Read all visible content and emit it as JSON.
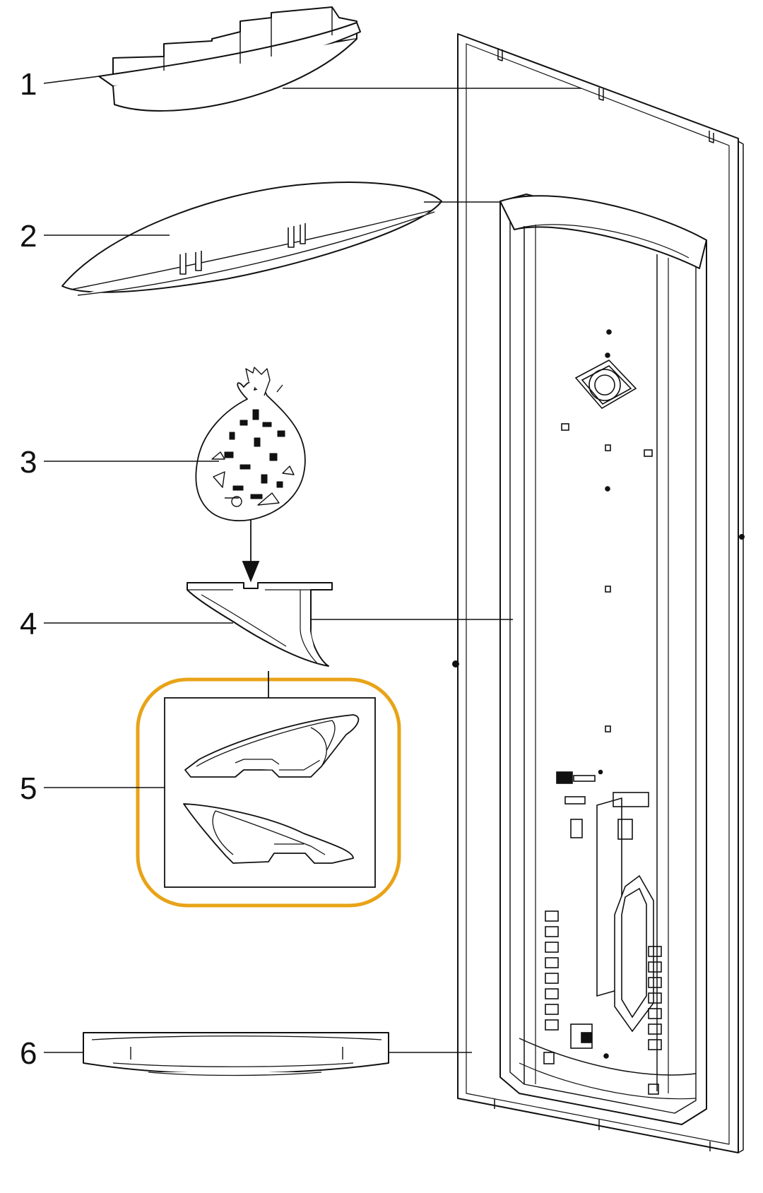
{
  "callouts": [
    {
      "id": 1,
      "label": "1"
    },
    {
      "id": 2,
      "label": "2"
    },
    {
      "id": 3,
      "label": "3"
    },
    {
      "id": 4,
      "label": "4"
    },
    {
      "id": 5,
      "label": "5"
    },
    {
      "id": 6,
      "label": "6"
    }
  ],
  "colors": {
    "line": "#111111",
    "highlight": "#E8A317",
    "background": "#FFFFFF"
  }
}
